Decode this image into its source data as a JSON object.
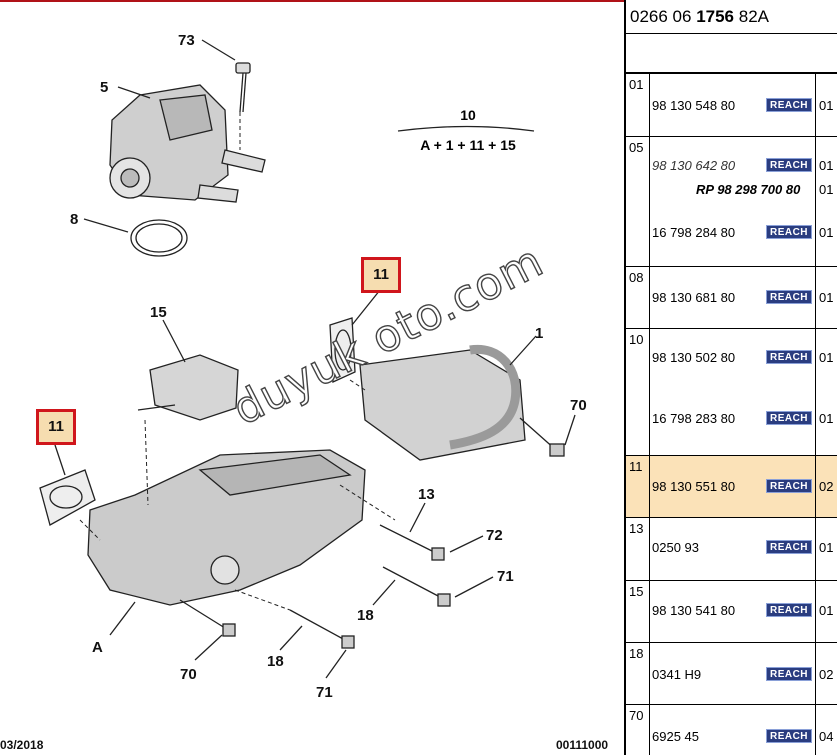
{
  "header": {
    "ref_prefix": "0266 06 ",
    "ref_bold": "1756",
    "ref_suffix": " 82A"
  },
  "diagram": {
    "callouts": [
      "73",
      "5",
      "8",
      "10",
      "15",
      "1",
      "70",
      "13",
      "72",
      "71",
      "18",
      "A",
      "70",
      "18",
      "71"
    ],
    "highlighted_callouts": [
      "11",
      "11"
    ],
    "group": {
      "number": "10",
      "formula": "A + 1 + 11 + 15"
    },
    "watermark": "duyuk oto.com",
    "footer_date": "03/2018",
    "footer_code": "00111000"
  },
  "parts": [
    {
      "pos": "01",
      "lines": [
        {
          "pn": "98 130 548 80",
          "reach": "REACH",
          "qty": "01"
        }
      ]
    },
    {
      "pos": "05",
      "lines": [
        {
          "pn": "98 130 642 80",
          "italic": true,
          "reach": "REACH",
          "qty": "01"
        },
        {
          "rp": "RP 98 298 700 80",
          "qty": "01"
        },
        {
          "pn": "16 798 284 80",
          "reach": "REACH",
          "qty": "01"
        }
      ]
    },
    {
      "pos": "08",
      "lines": [
        {
          "pn": "98 130 681 80",
          "reach": "REACH",
          "qty": "01"
        }
      ]
    },
    {
      "pos": "10",
      "lines": [
        {
          "pn": "98 130 502 80",
          "reach": "REACH",
          "qty": "01"
        },
        {
          "pn": "16 798 283 80",
          "reach": "REACH",
          "qty": "01"
        }
      ]
    },
    {
      "pos": "11",
      "highlight": true,
      "lines": [
        {
          "pn": "98 130 551 80",
          "reach": "REACH",
          "qty": "02"
        }
      ]
    },
    {
      "pos": "13",
      "lines": [
        {
          "pn": "0250 93",
          "reach": "REACH",
          "qty": "01"
        }
      ]
    },
    {
      "pos": "15",
      "lines": [
        {
          "pn": "98 130 541 80",
          "reach": "REACH",
          "qty": "01"
        }
      ]
    },
    {
      "pos": "18",
      "lines": [
        {
          "pn": "0341 H9",
          "reach": "REACH",
          "qty": "02"
        }
      ]
    },
    {
      "pos": "70",
      "lines": [
        {
          "pn": "6925 45",
          "reach": "REACH",
          "qty": "04"
        }
      ]
    }
  ]
}
